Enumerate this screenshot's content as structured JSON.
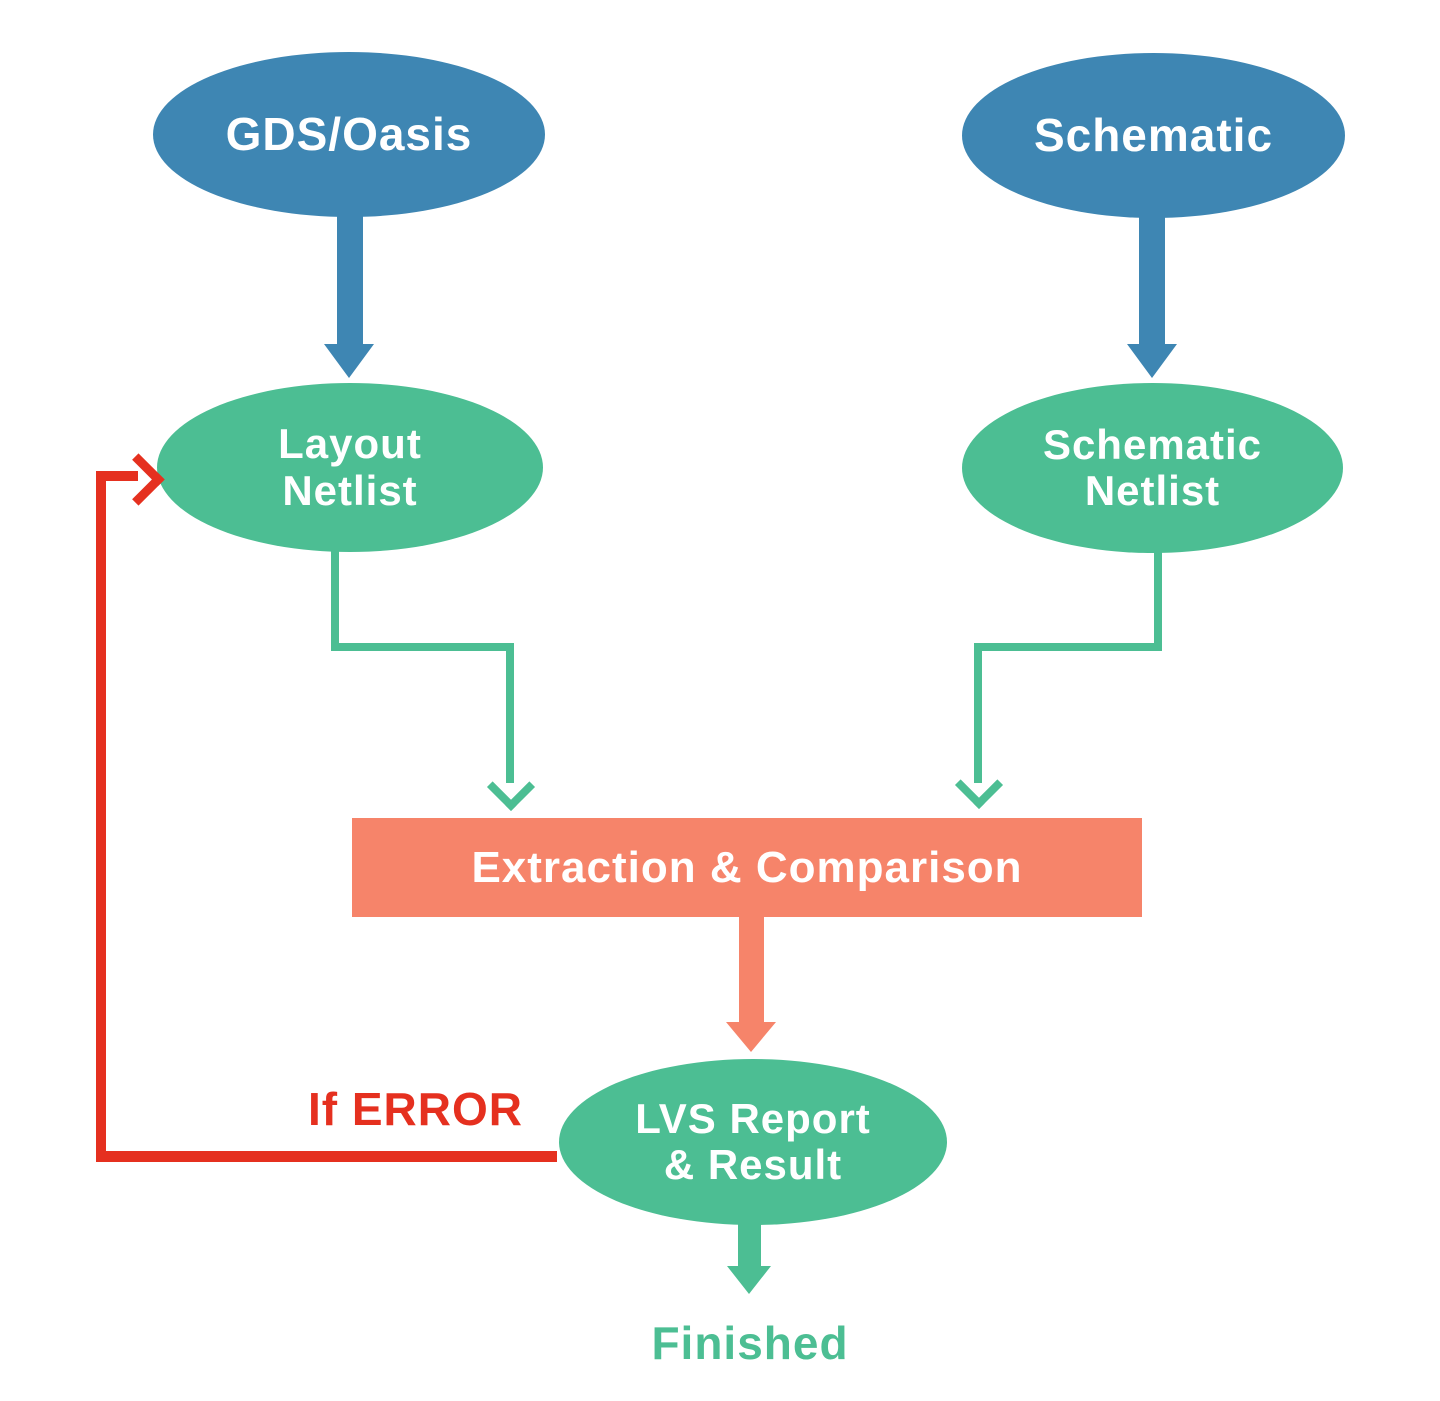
{
  "palette": {
    "bg": "#ffffff",
    "blue": "#3e86b3",
    "green": "#4cbe93",
    "orange": "#f6846a",
    "red": "#e5301f",
    "white": "#ffffff"
  },
  "nodes": {
    "gds_oasis": {
      "label": "GDS/Oasis",
      "shape": "ellipse",
      "color": "#3e86b3"
    },
    "schematic": {
      "label": "Schematic",
      "shape": "ellipse",
      "color": "#3e86b3"
    },
    "layout_netlist": {
      "line1": "Layout",
      "line2": "Netlist",
      "shape": "ellipse",
      "color": "#4cbe93"
    },
    "schematic_netlist": {
      "line1": "Schematic",
      "line2": "Netlist",
      "shape": "ellipse",
      "color": "#4cbe93"
    },
    "extraction": {
      "label": "Extraction & Comparison",
      "shape": "rectangle",
      "color": "#f6846a"
    },
    "lvs_report": {
      "line1": "LVS Report",
      "line2": "& Result",
      "shape": "ellipse",
      "color": "#4cbe93"
    }
  },
  "labels": {
    "if_error": "If ERROR",
    "finished": "Finished"
  },
  "edges": [
    {
      "from": "GDS/Oasis",
      "to": "Layout Netlist",
      "color": "#3e86b3",
      "style": "thick-arrow"
    },
    {
      "from": "Schematic",
      "to": "Schematic Netlist",
      "color": "#3e86b3",
      "style": "thick-arrow"
    },
    {
      "from": "Layout Netlist",
      "to": "Extraction & Comparison",
      "color": "#4cbe93",
      "style": "elbow-arrow"
    },
    {
      "from": "Schematic Netlist",
      "to": "Extraction & Comparison",
      "color": "#4cbe93",
      "style": "elbow-arrow"
    },
    {
      "from": "Extraction & Comparison",
      "to": "LVS Report & Result",
      "color": "#f6846a",
      "style": "thick-arrow"
    },
    {
      "from": "LVS Report & Result",
      "to": "Finished",
      "color": "#4cbe93",
      "style": "thick-arrow"
    },
    {
      "from": "LVS Report & Result",
      "to": "Layout Netlist",
      "color": "#e5301f",
      "style": "elbow-arrow",
      "condition": "If ERROR"
    }
  ]
}
